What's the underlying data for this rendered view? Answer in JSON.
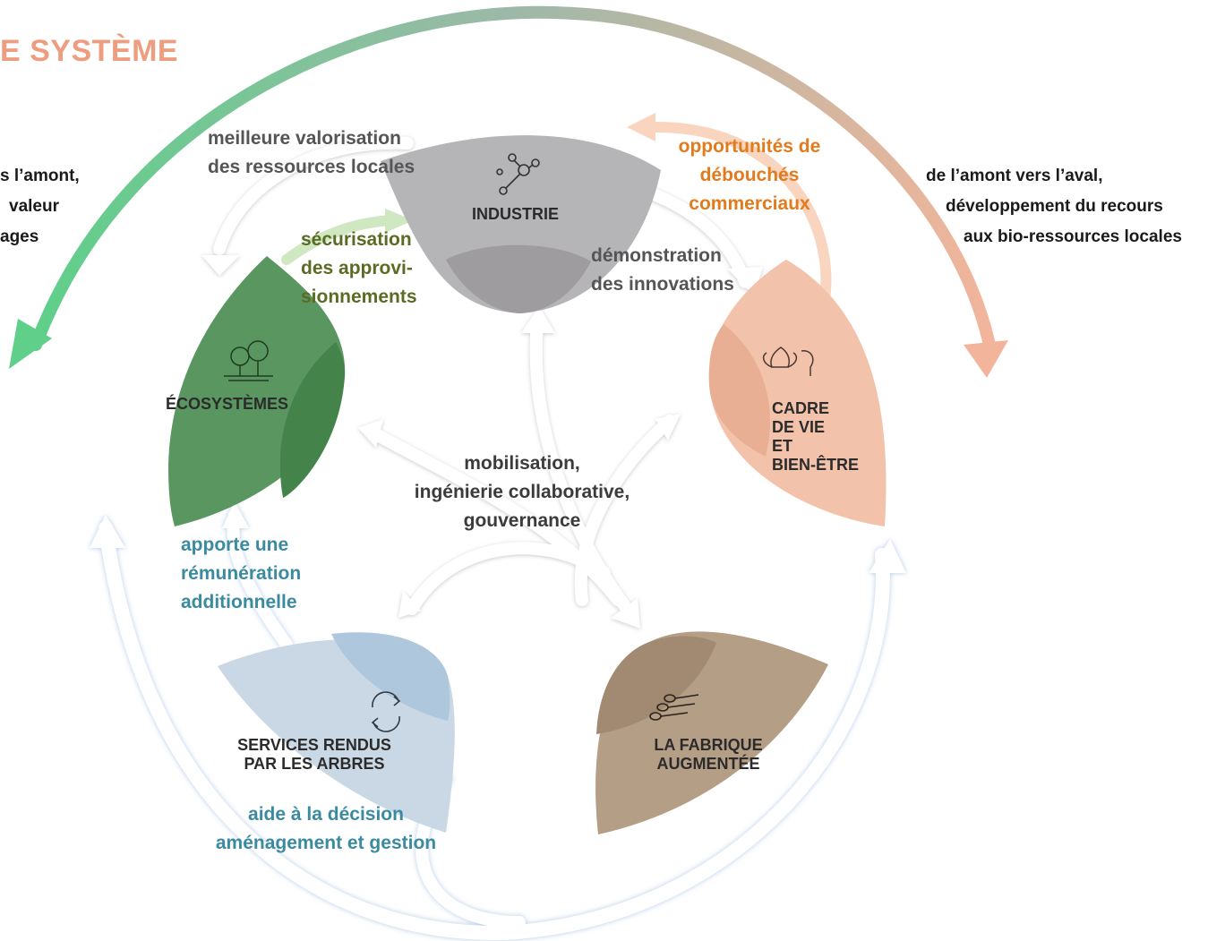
{
  "title": "E SYSTÈME",
  "left_note": [
    "s l’amont,",
    "valeur",
    "ages"
  ],
  "right_note": [
    "de l’amont vers l’aval,",
    "développement du recours",
    "aux bio-ressources locales"
  ],
  "nodes": {
    "industrie": "INDUSTRIE",
    "ecosystemes": "ÉCOSYSTÈMES",
    "cadre": [
      "CADRE",
      "DE VIE",
      "ET",
      "BIEN-ÊTRE"
    ],
    "services": [
      "SERVICES RENDUS",
      "PAR LES ARBRES"
    ],
    "fabrique": [
      "LA FABRIQUE",
      "AUGMENTÉE"
    ]
  },
  "labels": {
    "valorisation": [
      "meilleure valorisation",
      "des ressources locales"
    ],
    "securisation": [
      "sécurisation",
      "des approvi-",
      "sionnements"
    ],
    "opportunites": [
      "opportunités de",
      "débouchés",
      "commerciaux"
    ],
    "demonstration": [
      "démonstration",
      "des innovations"
    ],
    "mobilisation": [
      "mobilisation,",
      "ingénierie collaborative,",
      "gouvernance"
    ],
    "remuneration": [
      "apporte une",
      "rémunération",
      "additionnelle"
    ],
    "aide": [
      "aide à la décision",
      "aménagement et gestion"
    ]
  },
  "colors": {
    "title": "#ee9e80",
    "industrie": "#b5b4b6",
    "ecosystemes": "#4f8e57",
    "cadre": "#f2c2aa",
    "services": "#c9d8e4",
    "fabrique": "#b59e86",
    "label_grey": "#555555",
    "label_olive": "#5c6b24",
    "label_orange": "#e37a1c",
    "label_teal": "#3a8aa0",
    "arc_green": "#5fcf8a",
    "arc_salmon": "#f2b59b"
  },
  "icons": {
    "industrie": "network-icon",
    "ecosystemes": "trees-icon",
    "cadre": "lotus-head-icon",
    "services": "cycle-arrows-icon",
    "fabrique": "logs-icon"
  }
}
